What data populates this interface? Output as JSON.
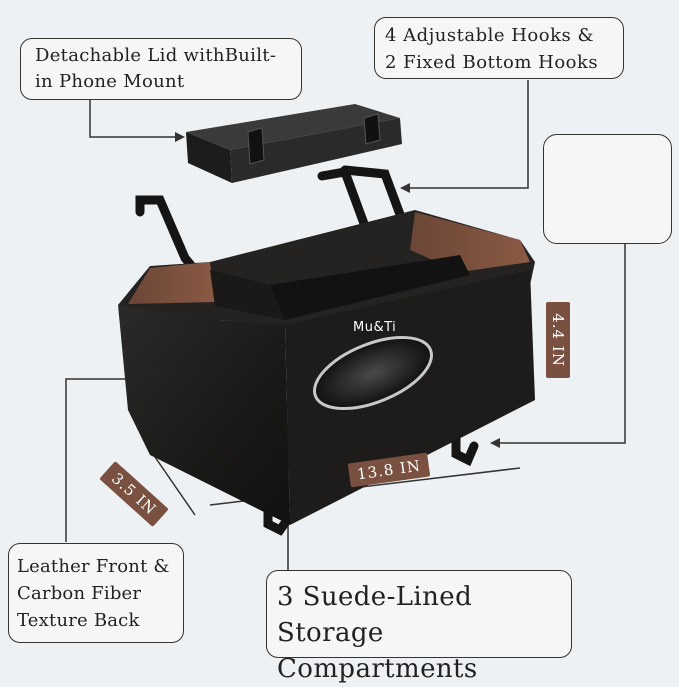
{
  "callouts": {
    "lid": {
      "line1": "Detachable Lid withBuilt-",
      "line2": "in Phone Mount"
    },
    "hooks": {
      "line1": "4 Adjustable Hooks &",
      "line2": "2 Fixed Bottom Hooks"
    },
    "leather": {
      "line1": "Leather Front &",
      "line2": "Carbon Fiber",
      "line3": "Texture Back"
    },
    "suede": {
      "line1": "3 Suede-Lined Storage",
      "line2": "Compartments"
    }
  },
  "dimensions": {
    "height": "4.4 IN",
    "width": "13.8 IN",
    "depth": "3.5 IN"
  },
  "product": {
    "brand": "Mu&Ti"
  },
  "colors": {
    "background": "#eef1f4",
    "body": "#1b1a19",
    "suede": "#7a5140",
    "accent": "#c8c8c8"
  }
}
